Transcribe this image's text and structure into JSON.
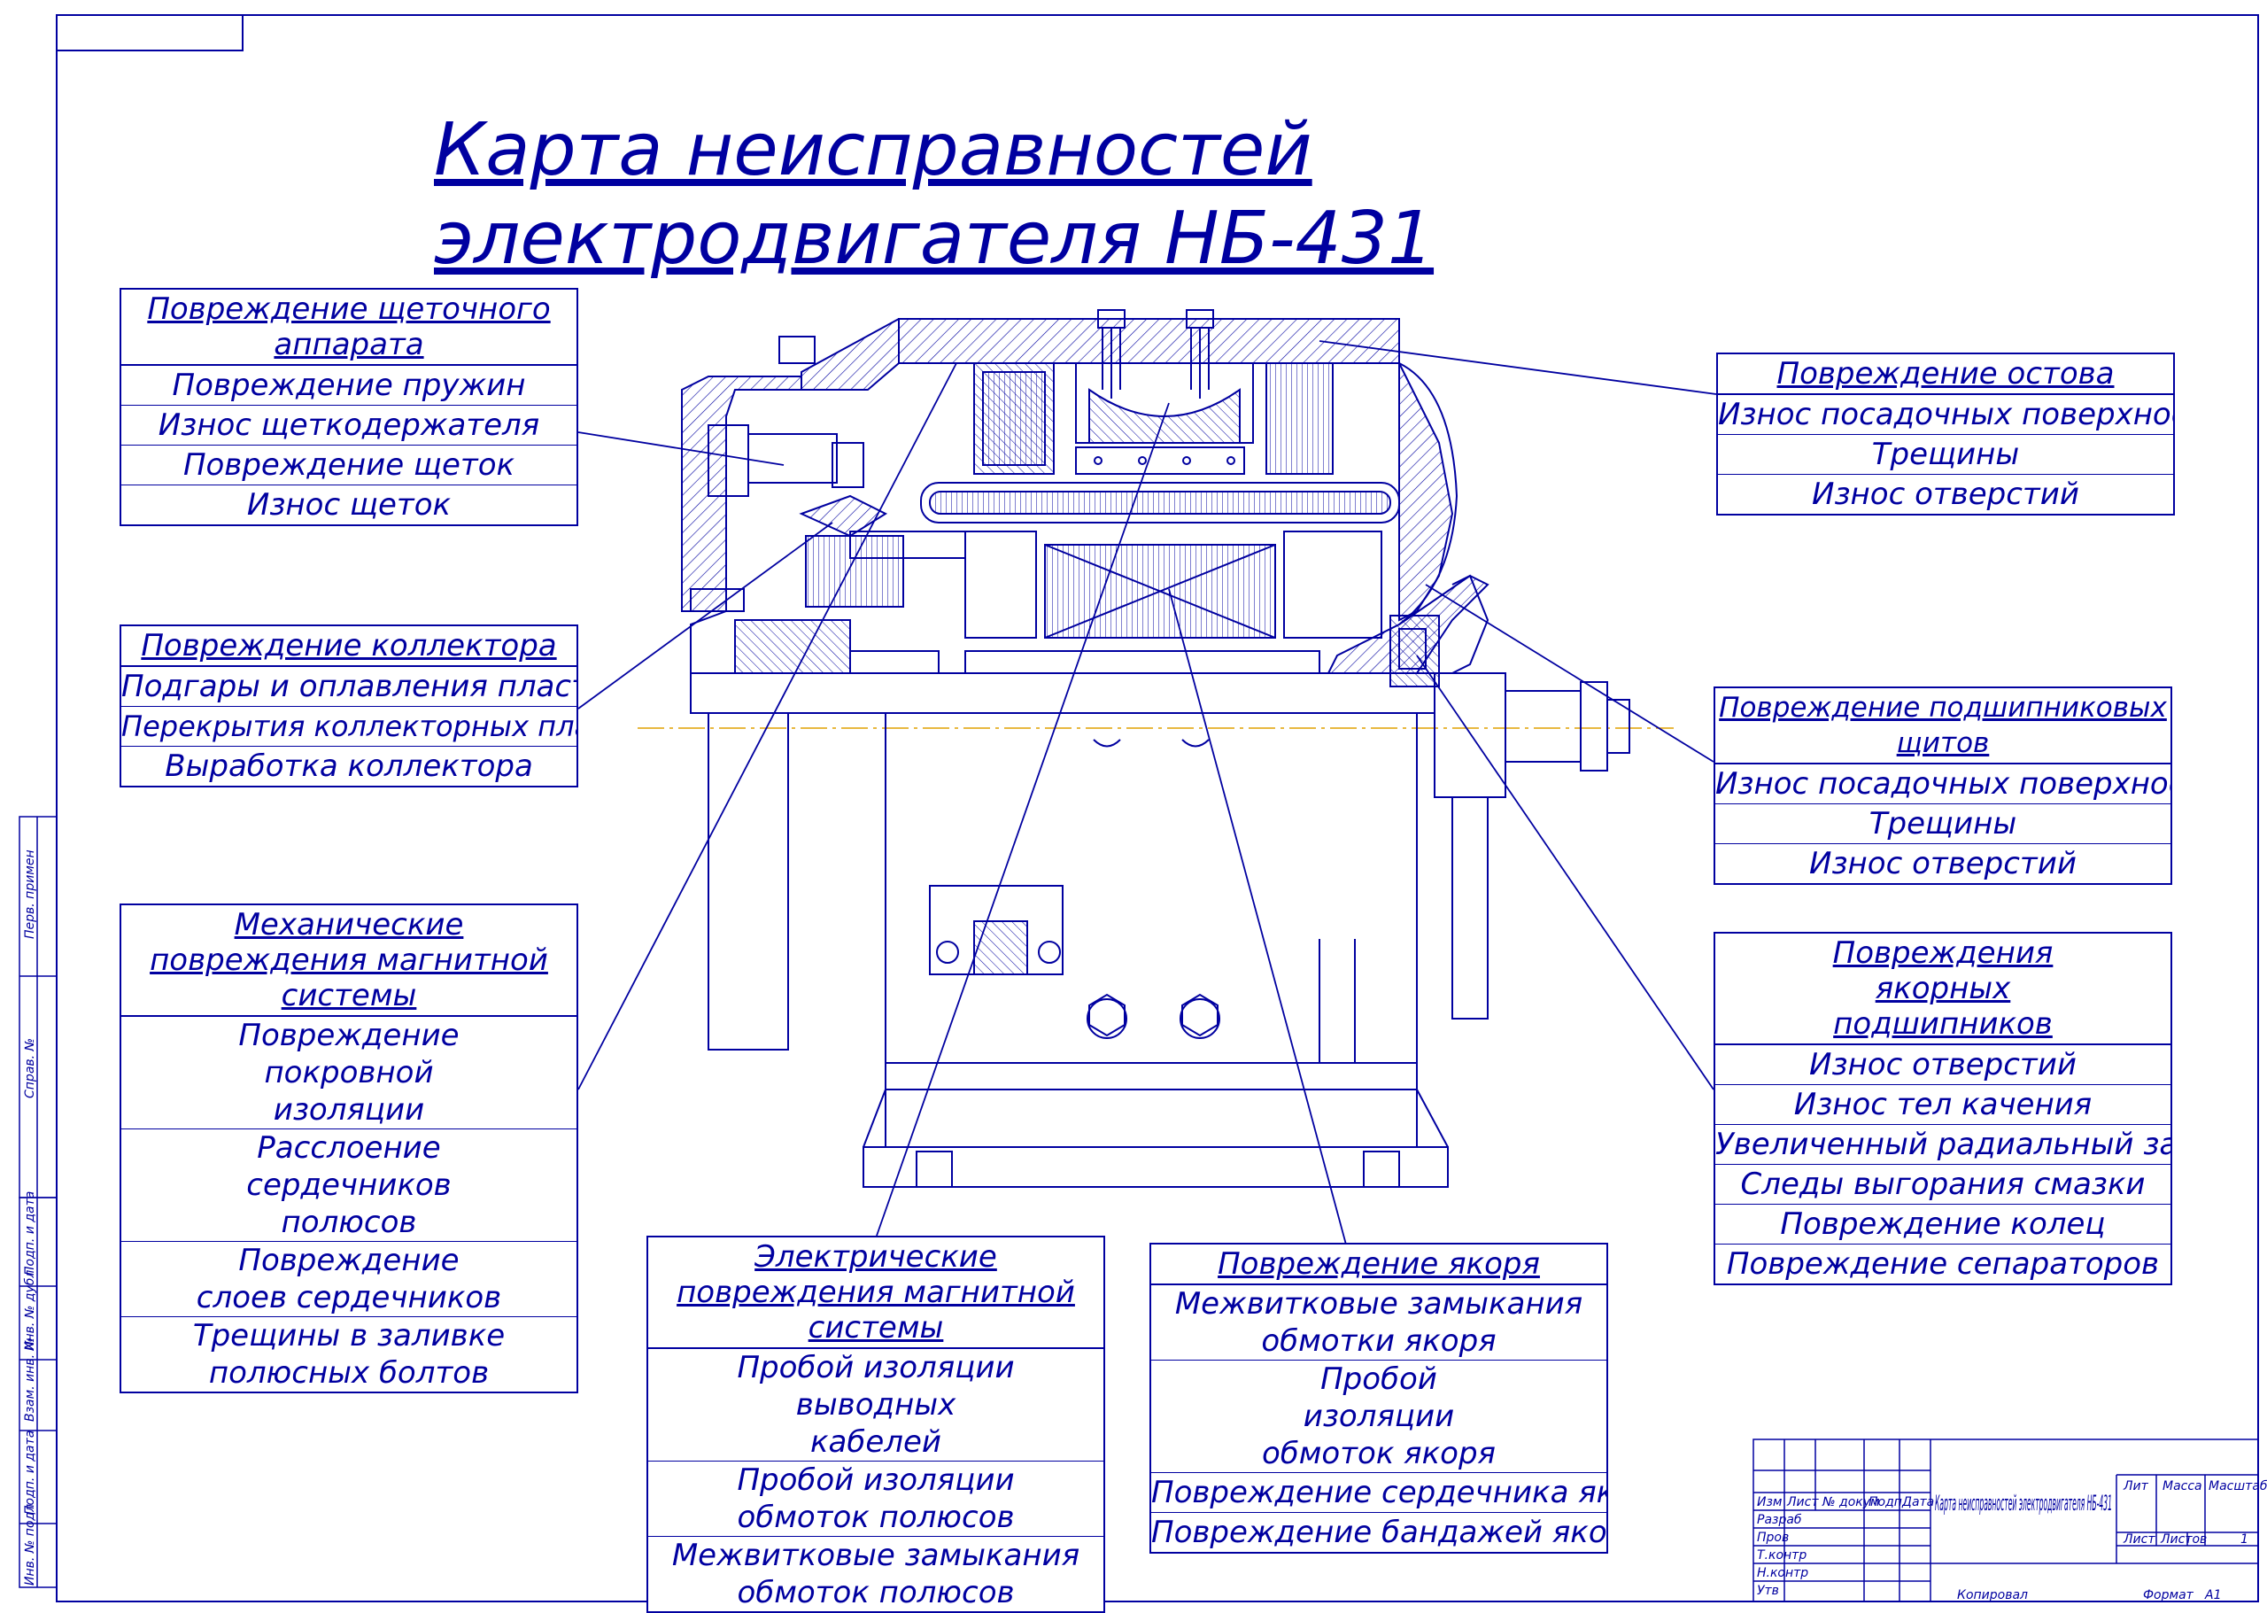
{
  "title": "Карта неисправностей электродвигателя НБ-431",
  "boxes": {
    "brush": {
      "heading": "Повреждение щеточного аппарата",
      "items": [
        "Повреждение пружин",
        "Износ щеткодержателя",
        "Повреждение щеток",
        "Износ щеток"
      ]
    },
    "collector": {
      "heading": "Повреждение коллектора",
      "items": [
        "Подгары и оплавления пластин",
        "Перекрытия коллекторных пластин",
        "Выработка коллектора"
      ]
    },
    "mech": {
      "heading": "Механические повреждения магнитной системы",
      "items": [
        "Повреждение покровной изоляции",
        "Расслоение сердечников полюсов",
        "Повреждение слоев сердечников",
        "Трещины в заливке полюсных болтов"
      ]
    },
    "elec": {
      "heading": "Электрические повреждения магнитной системы",
      "items": [
        "Пробой изоляции выводных кабелей",
        "Пробой изоляции обмоток полюсов",
        "Межвитковые замыкания обмоток полюсов"
      ]
    },
    "armature": {
      "heading": "Повреждение якоря",
      "items": [
        "Межвитковые замыкания обмотки якоря",
        "Пробой изоляции обмоток якоря",
        "Повреждение сердечника якоря",
        "Повреждение бандажей якоря"
      ]
    },
    "frame": {
      "heading": "Повреждение остова",
      "items": [
        "Износ посадочных поверхностей",
        "Трещины",
        "Износ отверстий"
      ]
    },
    "shields": {
      "heading": "Повреждение подшипниковых щитов",
      "items": [
        "Износ посадочных поверхностей",
        "Трещины",
        "Износ отверстий"
      ]
    },
    "bearings": {
      "heading": "Повреждения якорных подшипников",
      "items": [
        "Износ отверстий",
        "Износ тел качения",
        "Увеличенный радиальный зазор",
        "Следы выгорания смазки",
        "Повреждение колец",
        "Повреждение сепараторов"
      ]
    }
  },
  "stamp": {
    "doc_title": "Карта неисправностей электродвигателя НБ-431",
    "cols": [
      "Изм",
      "Лист",
      "№ докум",
      "Подп",
      "Дата"
    ],
    "roles": [
      "Разраб",
      "Пров",
      "Т.контр",
      "Н.контр",
      "Утв"
    ],
    "lit": "Лит",
    "mass": "Масса",
    "scale": "Масштаб",
    "sheet": "Лист",
    "sheets": "Листов",
    "sheets_count": "1",
    "copied": "Копировал",
    "format": "Формат",
    "format_value": "А1"
  },
  "side_labels": [
    "Перв. примен",
    "Справ. №",
    "Подп. и дата",
    "Инв. № дубл",
    "Взам. инв. №",
    "Подп. и дата",
    "Инв. № подл"
  ],
  "colors": {
    "ink": "#0000a0",
    "axis": "#e0a000",
    "paper": "#ffffff"
  }
}
